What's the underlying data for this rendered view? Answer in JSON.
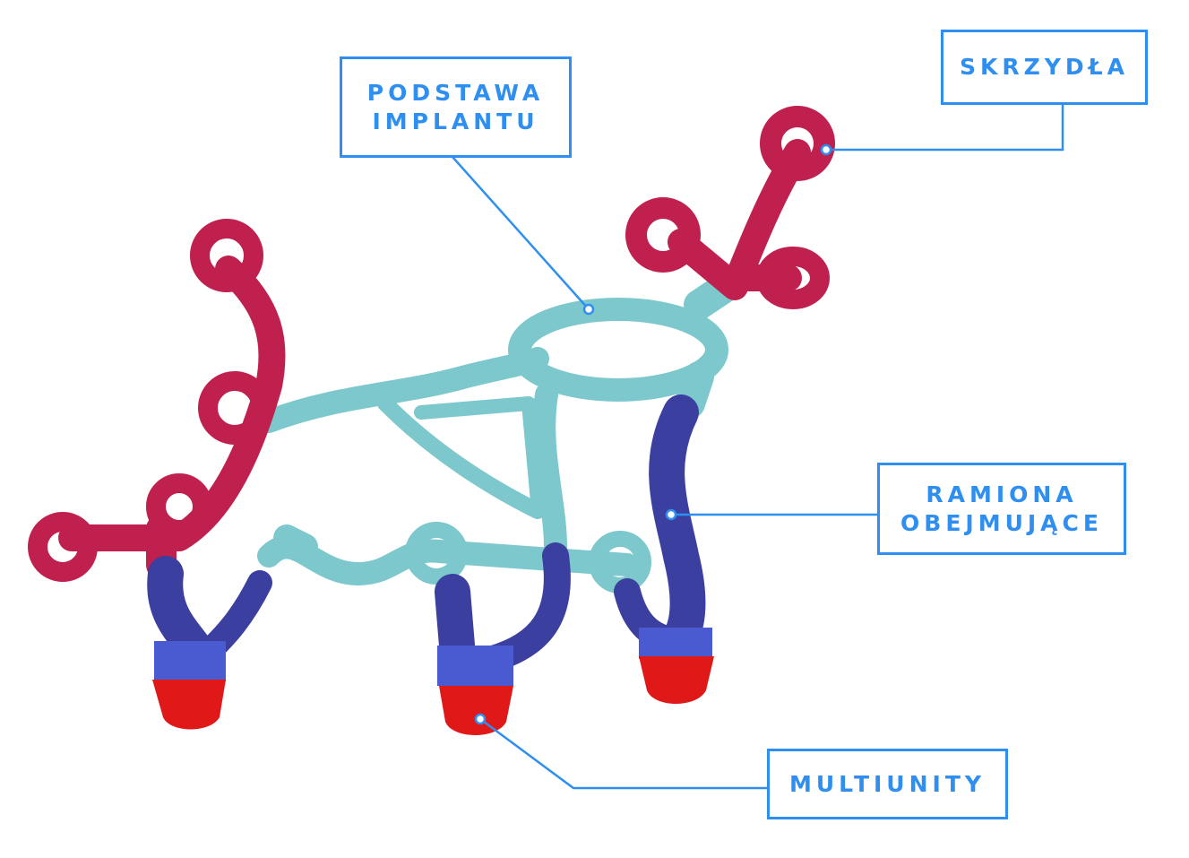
{
  "labels": {
    "base": [
      "PODSTAWA",
      "IMPLANTU"
    ],
    "wings": "SKRZYDŁA",
    "arms": [
      "RAMIONA",
      "OBEJMUJĄCE"
    ],
    "multiunits": "MULTIUNITY"
  },
  "colors": {
    "accent": "#2e8ff0",
    "wings": "#c0204e",
    "base": "#7cc8cc",
    "arms": "#3a3fa0",
    "multiunits": "#e01818"
  }
}
